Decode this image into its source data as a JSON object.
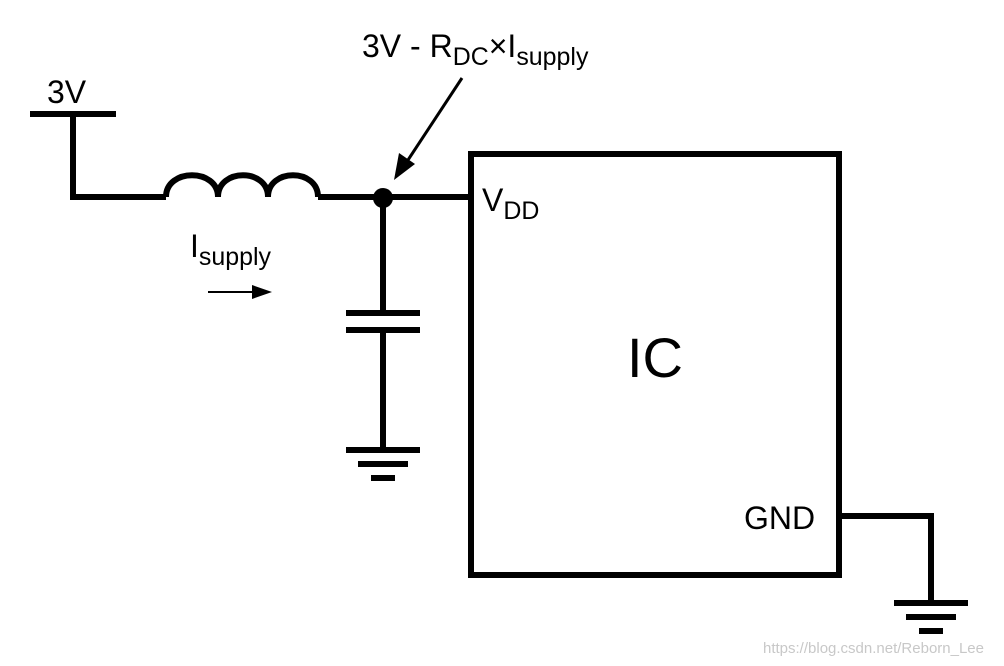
{
  "diagram": {
    "supply_label": "3V",
    "node_label": {
      "main": "3V - R",
      "sub1": "DC",
      "mid": "×I",
      "sub2": "supply"
    },
    "current_label": {
      "main": "I",
      "sub": "supply"
    },
    "vdd_label": {
      "main": "V",
      "sub": "DD"
    },
    "ic_label": "IC",
    "gnd_label": "GND"
  },
  "watermark": "https://blog.csdn.net/Reborn_Lee"
}
